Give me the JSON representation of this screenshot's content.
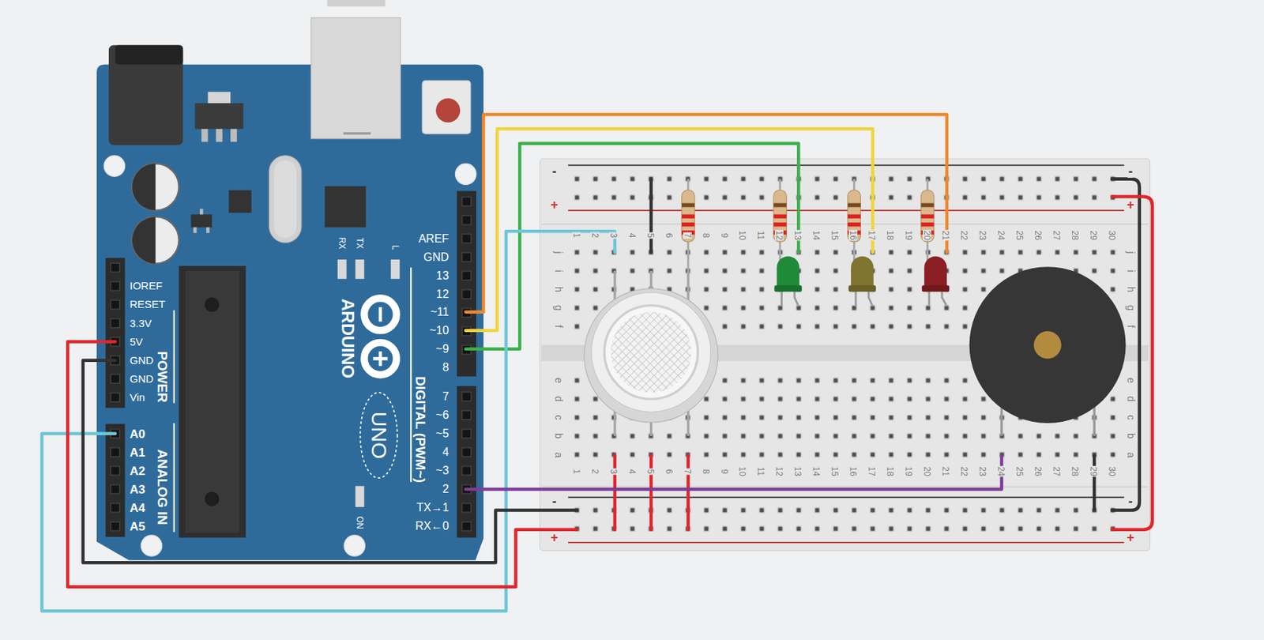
{
  "diagram": {
    "nodes": [
      {
        "text": [
          "AREF",
          "GND",
          "13",
          "12",
          "~11",
          "~10",
          "~9",
          "8",
          "7",
          "~6",
          "~5",
          "4",
          "~3",
          "2",
          "TX→1",
          "RX←0",
          "IOREF",
          "RESET",
          "3.3V",
          "5V",
          "GND",
          "GND",
          "Vin",
          "A0",
          "A1",
          "A2",
          "A3",
          "A4",
          "A5",
          "POWER",
          "ANALOG IN",
          "ARDUINO",
          "UNO",
          "DIGITAL (PWM~)",
          "RX",
          "TX",
          "L",
          "ON"
        ]
      },
      {
        "text": [
          "1",
          "2",
          "3",
          "4",
          "5",
          "6",
          "7",
          "8",
          "9",
          "10",
          "11",
          "12",
          "13",
          "14",
          "15",
          "16",
          "17",
          "18",
          "19",
          "20",
          "21",
          "22",
          "23",
          "24",
          "25",
          "26",
          "27",
          "28",
          "29",
          "30",
          "1",
          "2",
          "3",
          "4",
          "5",
          "6",
          "7",
          "8",
          "9",
          "10",
          "11",
          "12",
          "13",
          "14",
          "15",
          "16",
          "17",
          "18",
          "19",
          "20",
          "21",
          "22",
          "23",
          "24",
          "25",
          "26",
          "27",
          "28",
          "29",
          "30",
          "j",
          "i",
          "h",
          "g",
          "f",
          "e",
          "d",
          "c",
          "b",
          "a",
          "j",
          "i",
          "h",
          "g",
          "f",
          "e",
          "d",
          "c",
          "b",
          "a",
          "-",
          "+",
          "-",
          "+",
          "-",
          "+",
          "-",
          "+"
        ]
      }
    ],
    "edges": [
      {
        "from": 0,
        "to": 1,
        "arrow": "none"
      },
      {
        "from": 0,
        "to": 1,
        "arrow": "none"
      },
      {
        "from": 0,
        "to": 1,
        "arrow": "none"
      },
      {
        "from": 0,
        "to": 1,
        "arrow": "none"
      },
      {
        "from": 0,
        "to": 1,
        "arrow": "none"
      },
      {
        "from": 0,
        "to": 1,
        "arrow": "none"
      },
      {
        "from": 0,
        "to": 1,
        "arrow": "none"
      }
    ]
  }
}
